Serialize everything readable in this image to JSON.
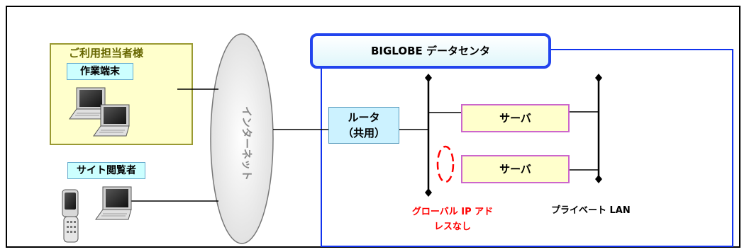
{
  "user_group": {
    "title": "ご利用担当者様",
    "terminal_label": "作業端末"
  },
  "viewer_label": "サイト閲覧者",
  "internet_label": "インターネット",
  "datacenter": {
    "title": "BIGLOBE データセンタ",
    "router_line1": "ルータ",
    "router_line2": "（共用）",
    "server1_label": "サーバ",
    "server2_label": "サーバ",
    "no_global_ip_line1": "グローバル IP アド",
    "no_global_ip_line2": "レスなし",
    "private_lan_label": "プライベート LAN"
  },
  "colors": {
    "datacenter_border": "#1133ee",
    "user_box_fill": "#ffffcc",
    "router_fill": "#ccf2ff",
    "server_border": "#cc66cc",
    "warning_text": "#ff0000"
  }
}
